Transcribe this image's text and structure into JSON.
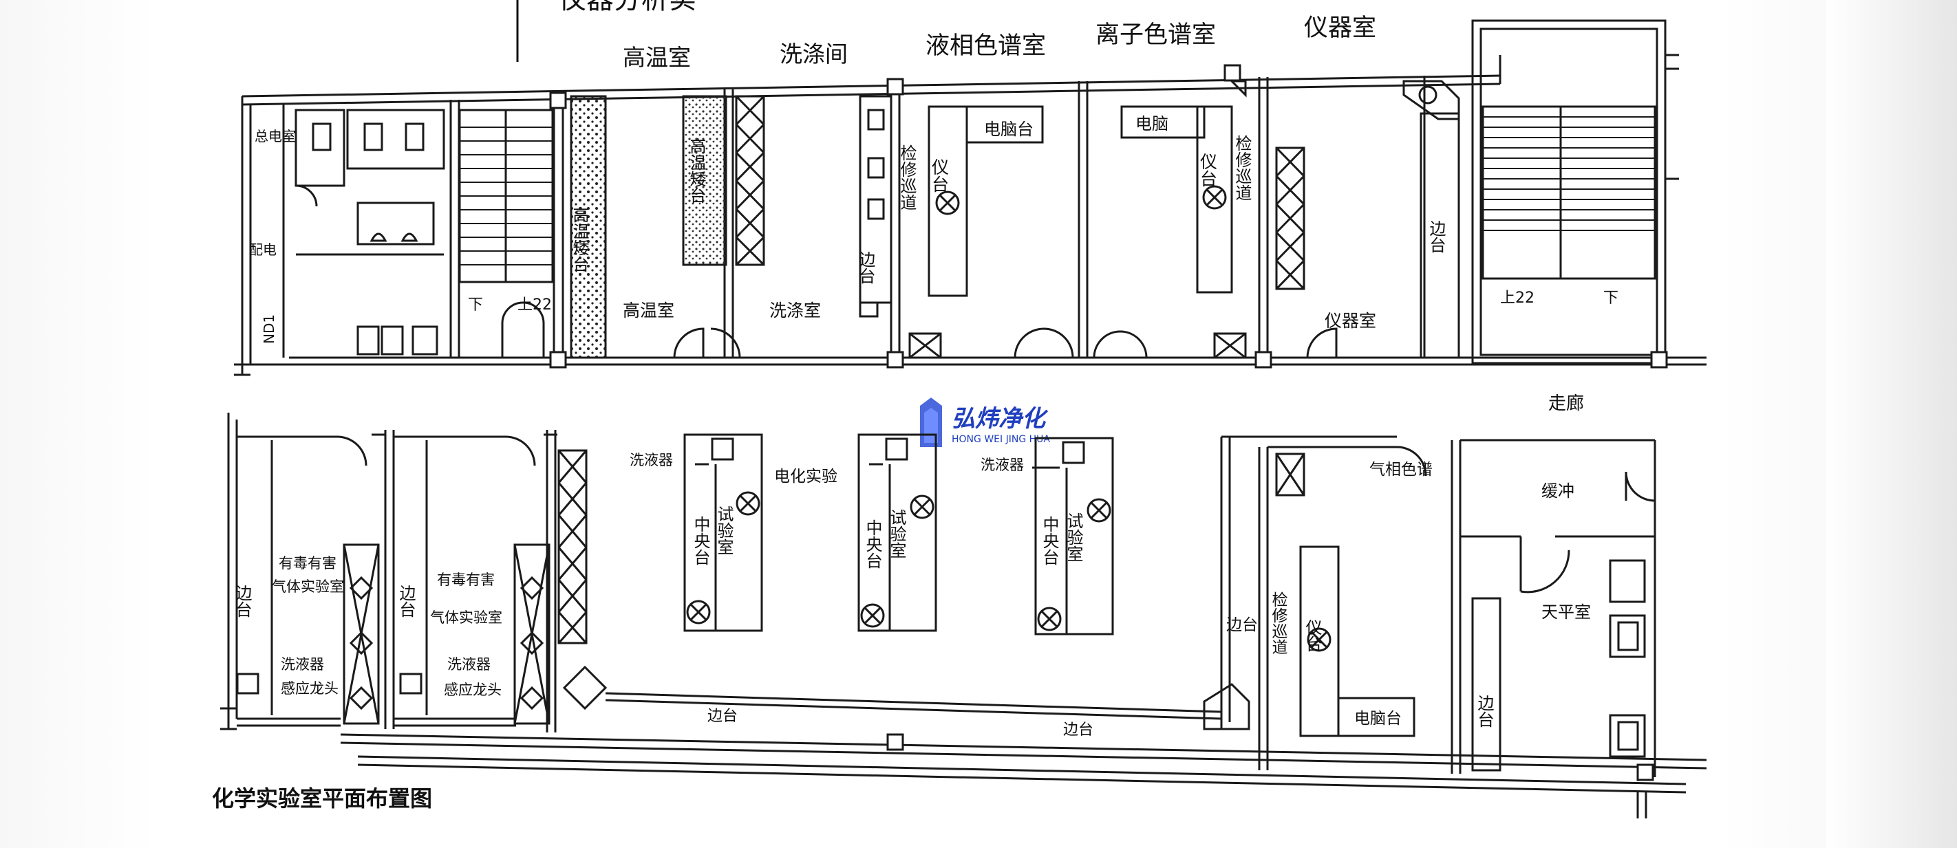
{
  "document": {
    "top_heading_partial": "仪器分析实",
    "caption": "化学实验室平面布置图"
  },
  "watermark": {
    "brand": "弘炜净化",
    "pinyin": "HONG WEI JING HUA"
  },
  "top_rooms": {
    "high_temp_title": "高温室",
    "wash_title": "洗涤间",
    "lc_title": "液相色谱室",
    "ic_title": "离子色谱室",
    "instrument_title": "仪器室",
    "main_elec": "总电室",
    "distribution": "配电",
    "nd1": "ND1",
    "stair_down": "下",
    "stair_up": "上22",
    "high_bench": "高温矮台",
    "high_temp_room": "高温室",
    "wash_room": "洗涤室",
    "side_bench": "边台",
    "maint_aisle": "检修巡道",
    "instrument_bench": "仪台",
    "computer_bench": "电脑台",
    "computer": "电脑",
    "instrument_room": "仪器室"
  },
  "corridor": "走廊",
  "bottom_rooms": {
    "toxic_gas_lab": "有毒有害气体实验室",
    "eyewash": "洗液器",
    "sensor_tap": "感应龙头",
    "side_bench": "边台",
    "electrochem": "电化实验",
    "center_bench": "中央台",
    "test_lab": "试验室",
    "gc": "气相色谱",
    "buffer": "缓冲",
    "balance_room": "天平室",
    "maint_aisle": "检修巡道",
    "instrument_bench": "仪台",
    "computer_bench": "电脑台"
  },
  "colors": {
    "ink": "#1a1a1a",
    "paper": "#ffffff",
    "watermark": "#1f3fbf"
  }
}
